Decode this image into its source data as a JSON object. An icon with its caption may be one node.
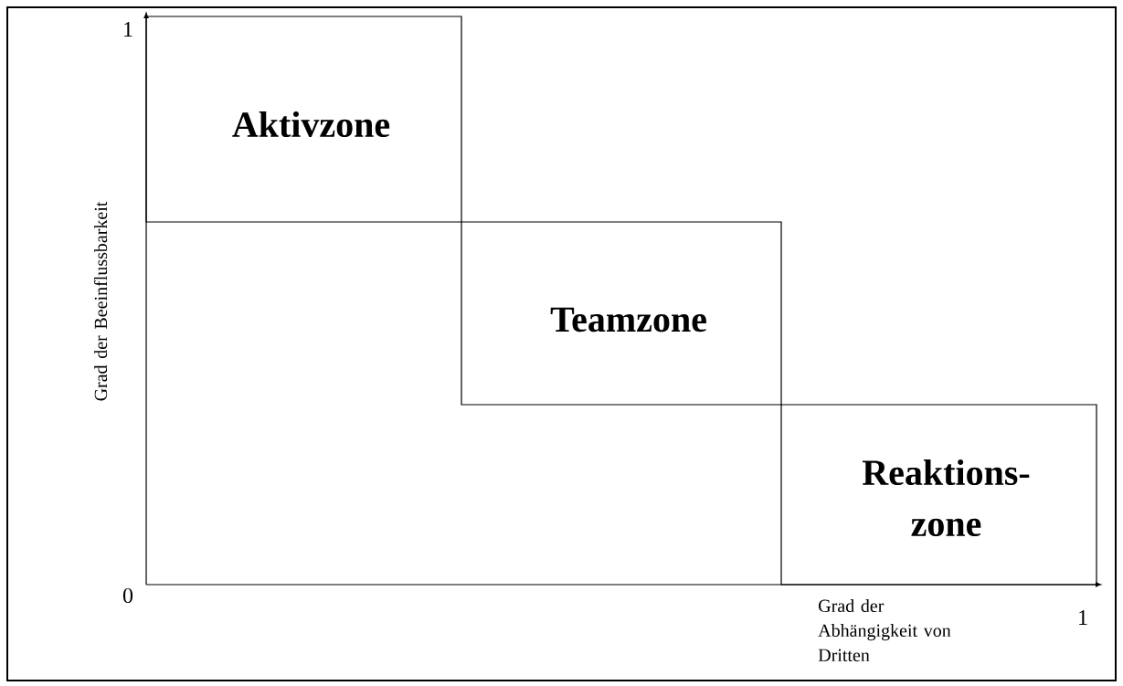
{
  "diagram": {
    "nodes": [
      {
        "text": [
          "Aktivzone"
        ]
      },
      {
        "text": [
          "Teamzone"
        ]
      },
      {
        "text": [
          "Reaktions- zone"
        ]
      }
    ],
    "labels": [
      "1",
      "Grad der Beeinflussbarkeit",
      "0",
      "Grad der Abhängigkeit von Dritten",
      "1"
    ]
  }
}
